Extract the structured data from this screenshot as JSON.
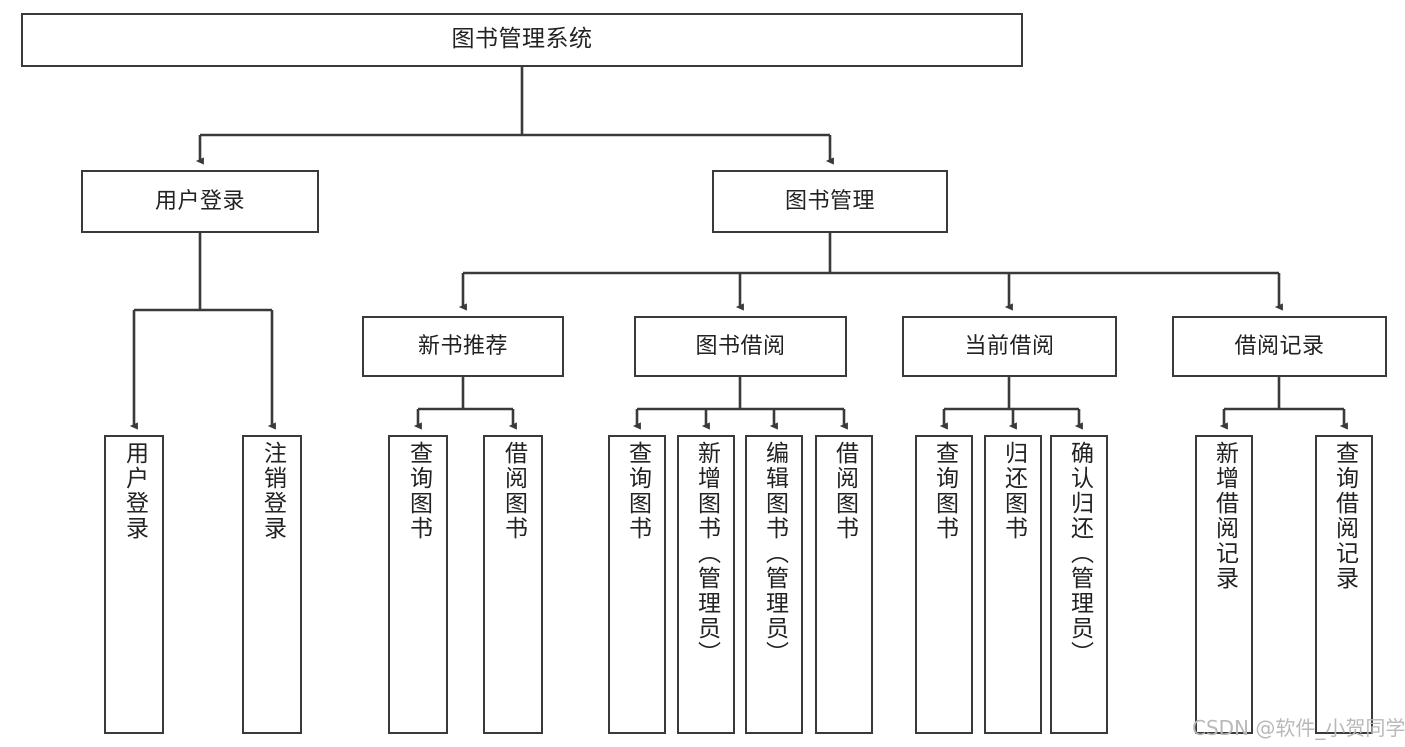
{
  "diagram": {
    "title": "图书管理系统",
    "type": "tree",
    "watermark": "CSDN @软件_小贺同学",
    "colors": {
      "box_border": "#3a3a3a",
      "box_fill": "#ffffff",
      "edge": "#3a3a3a",
      "text": "#222222",
      "watermark": "#b9b9b9",
      "background": "#ffffff"
    },
    "nodes": {
      "root": {
        "label": "图书管理系统"
      },
      "level1": [
        {
          "label": "用户登录"
        },
        {
          "label": "图书管理"
        }
      ],
      "level2": [
        {
          "label": "新书推荐"
        },
        {
          "label": "图书借阅"
        },
        {
          "label": "当前借阅"
        },
        {
          "label": "借阅记录"
        }
      ],
      "leaves_user_login": [
        {
          "label": "用户登录"
        },
        {
          "label": "注销登录"
        }
      ],
      "leaves_new_book": [
        {
          "label": "查询图书"
        },
        {
          "label": "借阅图书"
        }
      ],
      "leaves_book_borrow": [
        {
          "label": "查询图书"
        },
        {
          "label": "新增图书（管理员）"
        },
        {
          "label": "编辑图书（管理员）"
        },
        {
          "label": "借阅图书"
        }
      ],
      "leaves_current_borrow": [
        {
          "label": "查询图书"
        },
        {
          "label": "归还图书"
        },
        {
          "label": "确认归还（管理员）"
        }
      ],
      "leaves_borrow_record": [
        {
          "label": "新增借阅记录"
        },
        {
          "label": "查询借阅记录"
        }
      ]
    }
  }
}
